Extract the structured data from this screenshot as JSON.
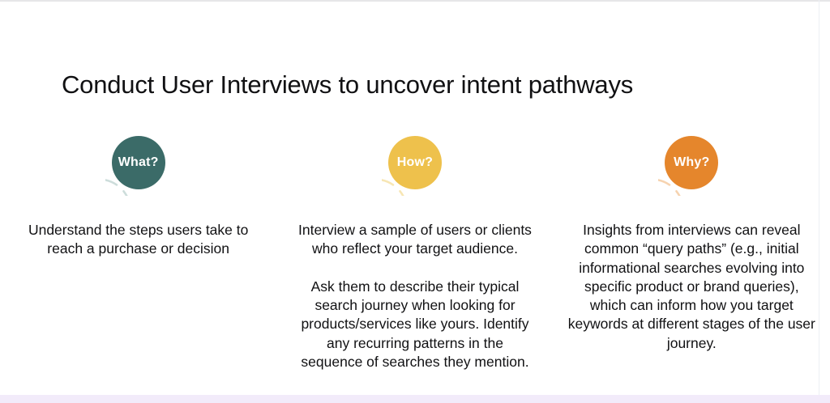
{
  "slide": {
    "title": "Conduct User Interviews to uncover intent pathways",
    "background_color": "#ffffff",
    "bottom_band_color": "#f2ebfa",
    "border_color": "#e6e6e8",
    "text_color": "#111113"
  },
  "columns": [
    {
      "badge": {
        "label": "What?",
        "fill_color": "#3b6b68",
        "ring_color": "#cddddb",
        "label_color": "#ffffff"
      },
      "paragraphs": [
        "Understand the steps users take to reach a purchase or decision"
      ]
    },
    {
      "badge": {
        "label": "How?",
        "fill_color": "#eec14c",
        "ring_color": "#f7e6b4",
        "label_color": "#ffffff"
      },
      "paragraphs": [
        "Interview a sample of users or clients who reflect your target audience.",
        "Ask them to describe their typical search journey when looking for products/services like yours. Identify any recurring patterns in the sequence of searches they mention."
      ]
    },
    {
      "badge": {
        "label": "Why?",
        "fill_color": "#e5862c",
        "ring_color": "#f6d3b0",
        "label_color": "#ffffff"
      },
      "paragraphs": [
        "Insights from interviews can reveal common “query paths” (e.g., initial informational searches evolving into specific product or brand queries), which can inform how you target keywords at different stages of the user journey."
      ]
    }
  ]
}
